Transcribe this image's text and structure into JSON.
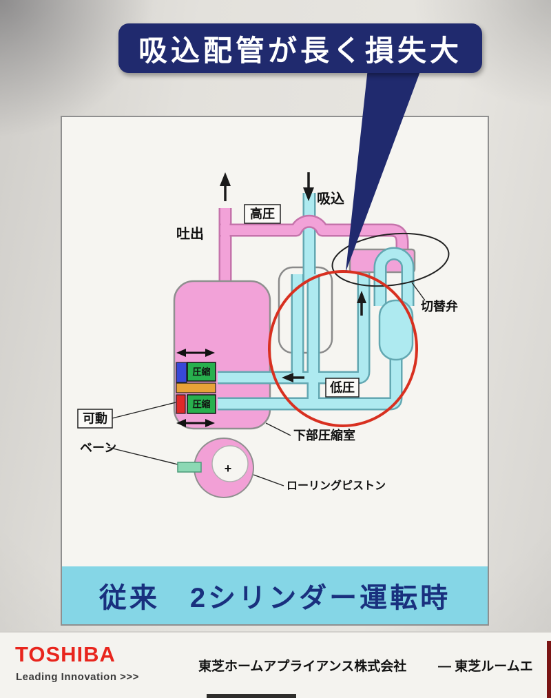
{
  "callout": {
    "text": "吸込配管が長く損失大"
  },
  "diagram": {
    "labels": {
      "discharge": "吐出",
      "high_pressure": "高圧",
      "suction": "吸込",
      "switching_valve": "切替弁",
      "low_pressure": "低圧",
      "compression_upper": "圧縮",
      "compression_lower": "圧縮",
      "movable": "可動",
      "vane": "ベーン",
      "lower_compression_chamber": "下部圧縮室",
      "rolling_piston": "ローリングピストン",
      "piston_center_marker": "+"
    },
    "colors": {
      "high_pressure_pipe": "#f2a2d8",
      "low_pressure_pipe": "#aeeaf0",
      "vessel": "#f2a2d8",
      "compression_chamber": "#28b04e",
      "vane_upper": "#3848d8",
      "vane_lower": "#e02828",
      "piston_bar": "#e8a238",
      "highlight_circle": "#d83020",
      "callout_navy": "#202a6e"
    }
  },
  "banner": {
    "text": "従来　2シリンダー運転時",
    "background": "#85d6e6",
    "text_color": "#19307e"
  },
  "footer": {
    "brand": "TOSHIBA",
    "brand_color": "#e8251d",
    "tagline": "Leading Innovation >>>",
    "company": "東芝ホームアプライアンス株式会社",
    "trailing_text": "― 東芝ルームエ"
  }
}
